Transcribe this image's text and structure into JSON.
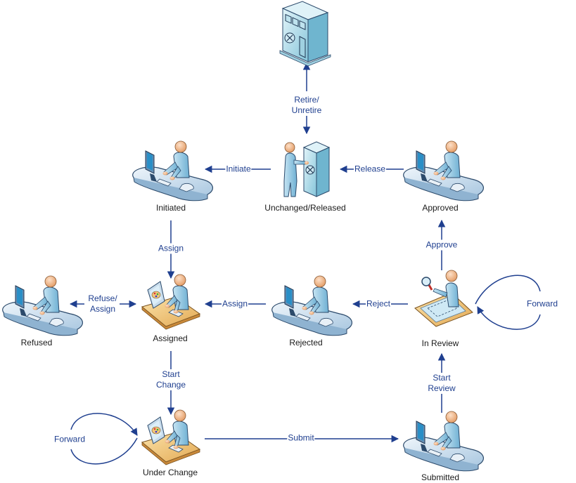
{
  "colors": {
    "edge": "#1f3f8f",
    "edge_label": "#1f3f8f",
    "node_label": "#1a1a1a",
    "desk_fill": "#c9deef",
    "desk_stroke": "#2c4a6b",
    "person_body": "#9fcde6",
    "person_head": "#f2b48a",
    "wood_desk": "#f2c57a",
    "safe_fill": "#bfe3ee"
  },
  "nodes": {
    "retired": {
      "label": "",
      "icon": "building-icon"
    },
    "unchanged": {
      "label": "Unchanged/Released",
      "icon": "person-with-safe-icon"
    },
    "initiated": {
      "label": "Initiated",
      "icon": "person-at-desk-icon"
    },
    "approved": {
      "label": "Approved",
      "icon": "person-at-desk-icon"
    },
    "assigned": {
      "label": "Assigned",
      "icon": "designer-at-desk-icon"
    },
    "refused": {
      "label": "Refused",
      "icon": "person-at-desk-icon"
    },
    "rejected": {
      "label": "Rejected",
      "icon": "person-at-desk-icon"
    },
    "in_review": {
      "label": "In Review",
      "icon": "reviewer-with-magnifier-icon"
    },
    "under_change": {
      "label": "Under Change",
      "icon": "designer-at-desk-icon"
    },
    "submitted": {
      "label": "Submitted",
      "icon": "person-at-desk-icon"
    }
  },
  "edges": {
    "retire": {
      "label_line1": "Retire/",
      "label_line2": "Unretire",
      "from": "unchanged",
      "to": "retired",
      "bidirectional": true
    },
    "initiate": {
      "label": "Initiate",
      "from": "unchanged",
      "to": "initiated"
    },
    "release": {
      "label": "Release",
      "from": "approved",
      "to": "unchanged"
    },
    "assign_from_initiated": {
      "label": "Assign",
      "from": "initiated",
      "to": "assigned"
    },
    "refuse_assign": {
      "label_line1": "Refuse/",
      "label_line2": "Assign",
      "from": "assigned",
      "to": "refused",
      "bidirectional": true
    },
    "assign_from_rejected": {
      "label": "Assign",
      "from": "rejected",
      "to": "assigned"
    },
    "reject": {
      "label": "Reject",
      "from": "in_review",
      "to": "rejected"
    },
    "approve": {
      "label": "Approve",
      "from": "in_review",
      "to": "approved"
    },
    "forward_review": {
      "label": "Forward",
      "from": "in_review",
      "to": "in_review"
    },
    "start_change": {
      "label_line1": "Start",
      "label_line2": "Change",
      "from": "assigned",
      "to": "under_change"
    },
    "forward_change": {
      "label": "Forward",
      "from": "under_change",
      "to": "under_change"
    },
    "submit": {
      "label": "Submit",
      "from": "under_change",
      "to": "submitted"
    },
    "start_review": {
      "label_line1": "Start",
      "label_line2": "Review",
      "from": "submitted",
      "to": "in_review"
    }
  }
}
